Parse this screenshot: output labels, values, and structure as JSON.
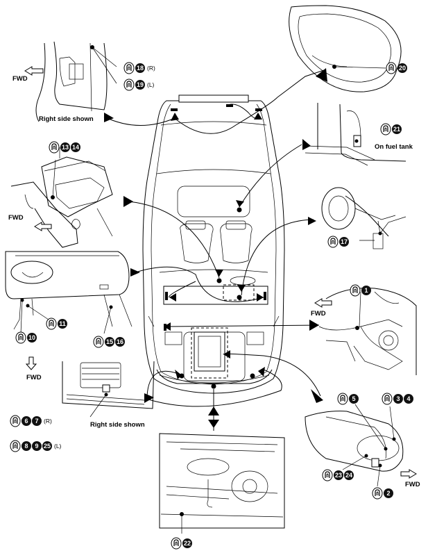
{
  "labels": {
    "fwd_top_left": "FWD",
    "right_side_top": "Right side shown",
    "fwd_mid_left": "FWD",
    "on_fuel_tank": "On fuel tank",
    "fwd_right_mid": "FWD",
    "fwd_left_low": "FWD",
    "right_side_bottom": "Right side shown",
    "fwd_right_low": "FWD"
  },
  "callouts": {
    "c18": {
      "numbers": [
        "18"
      ],
      "side": "(R)"
    },
    "c19": {
      "numbers": [
        "19"
      ],
      "side": "(L)"
    },
    "c20": {
      "numbers": [
        "20"
      ],
      "side": ""
    },
    "c21": {
      "numbers": [
        "21"
      ],
      "side": ""
    },
    "c13_14": {
      "numbers": [
        "13",
        "14"
      ],
      "side": ""
    },
    "c17": {
      "numbers": [
        "17"
      ],
      "side": ""
    },
    "c1": {
      "numbers": [
        "1"
      ],
      "side": ""
    },
    "c11": {
      "numbers": [
        "11"
      ],
      "side": ""
    },
    "c10": {
      "numbers": [
        "10"
      ],
      "side": ""
    },
    "c15_16": {
      "numbers": [
        "15",
        "16"
      ],
      "side": ""
    },
    "c6_7": {
      "numbers": [
        "6",
        "7"
      ],
      "side": "(R)"
    },
    "c8_9_25": {
      "numbers": [
        "8",
        "9",
        "25"
      ],
      "side": "(L)"
    },
    "c5": {
      "numbers": [
        "5"
      ],
      "side": ""
    },
    "c3_4": {
      "numbers": [
        "3",
        "4"
      ],
      "side": ""
    },
    "c23_24": {
      "numbers": [
        "23",
        "24"
      ],
      "side": ""
    },
    "c2": {
      "numbers": [
        "2"
      ],
      "side": ""
    },
    "c22": {
      "numbers": [
        "22"
      ],
      "side": ""
    }
  },
  "icons": {
    "connector": "ground-connector-icon",
    "fwd_arrow": "forward-arrow-icon"
  },
  "colors": {
    "line": "#000000",
    "background": "#ffffff"
  }
}
